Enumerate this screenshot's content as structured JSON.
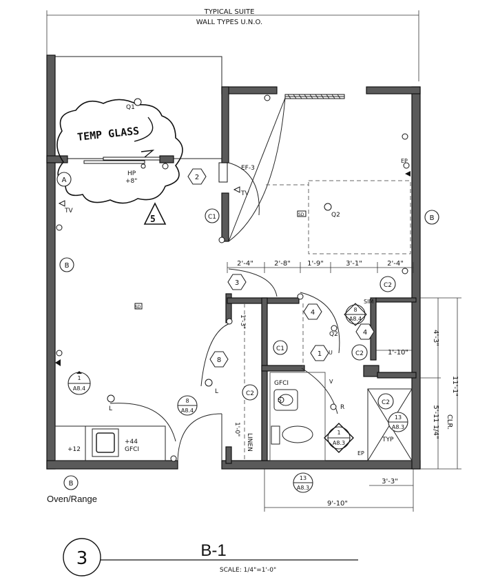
{
  "header": {
    "line1": "TYPICAL SUITE",
    "line2": "WALL TYPES U.N.O."
  },
  "sheet": {
    "number": "3",
    "title": "B-1",
    "scale": "SCALE: 1/4\"=1'-0\""
  },
  "callouts": {
    "oven": "Oven/Range",
    "temp_glass": "TEMP GLASS",
    "rev_delta": "5",
    "ef3": "EF-3",
    "tv": "TV",
    "sd": "SD",
    "hp": "HP",
    "hp_height": "+8\"",
    "ep": "EP",
    "sim": "SIM",
    "typ": "TYP",
    "linen": "LINEN",
    "gfci": "GFCI",
    "plus12": "+12",
    "plus44": "+44",
    "q1": "Q1",
    "q2": "Q2",
    "l": "L",
    "s": "S",
    "r": "R",
    "u": "U",
    "v": "V",
    "clr": "CLR."
  },
  "wall_tags": {
    "a": "A",
    "b": "B",
    "c1": "C1",
    "c2": "C2",
    "d2": "2",
    "d3": "3",
    "d4": "4",
    "d8": "8",
    "d1": "1"
  },
  "section_marks": {
    "s8_top": "8",
    "s8_bot": "A8.4",
    "s1_top": "1",
    "s1_bot": "A8.4",
    "s13_top": "13",
    "s13_bot": "A8.3",
    "d1_top": "1",
    "d1_bot": "A8.3"
  },
  "dimensions": {
    "d_2_4_a": "2'-4\"",
    "d_2_8": "2'-8\"",
    "d_1_9": "1'-9\"",
    "d_3_1": "3'-1\"",
    "d_2_4_b": "2'-4\"",
    "d_1_3": "1'-3\"",
    "d_4_3": "4'-3\"",
    "d_11_1": "11'-1\"",
    "d_1_10": "1'-10\"",
    "d_5_11": "5'-11 1/4\"",
    "d_1_0": "1'-0\"",
    "d_3_3": "3'-3\"",
    "d_9_10": "9'-10\""
  }
}
